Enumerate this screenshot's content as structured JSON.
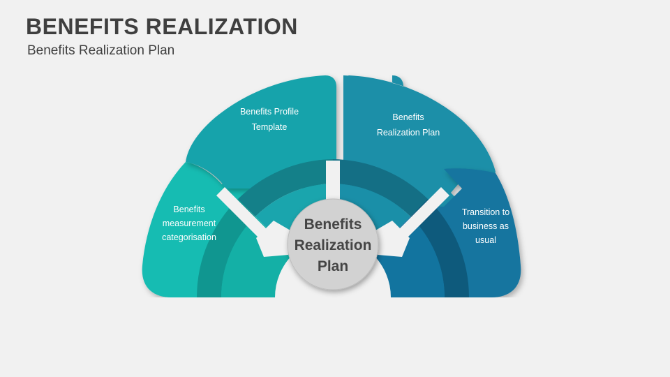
{
  "slide": {
    "background_color": "#f1f1f1",
    "title": "BENEFITS REALIZATION",
    "subtitle": "Benefits Realization Plan"
  },
  "diagram": {
    "type": "semicircular-process-wheel",
    "segment_count": 4,
    "center": {
      "label_lines": [
        "Benefits",
        "Realization",
        "Plan"
      ],
      "fill_color": "#d2d2d2",
      "text_color": "#454545"
    },
    "segments": [
      {
        "id": "benefits-measurement-categorisation",
        "position": "left",
        "label_lines": [
          "Benefits",
          "measurement",
          "categorisation"
        ],
        "petal_color": "#13bcb2",
        "ring_color": "#14b0a6",
        "ring_shade_color": "#109690",
        "text_color": "#ffffff"
      },
      {
        "id": "benefits-profile-template",
        "position": "upper-left",
        "label_lines": [
          "Benefits Profile",
          "Template"
        ],
        "petal_color": "#17a3ab",
        "ring_color": "#1aa5ad",
        "ring_shade_color": "#148089",
        "text_color": "#ffffff"
      },
      {
        "id": "benefits-realization-plan",
        "position": "upper-right",
        "label_lines": [
          "Benefits",
          "Realization Plan"
        ],
        "petal_color": "#1a8fa8",
        "ring_color": "#1a8fa8",
        "ring_shade_color": "#146f85",
        "text_color": "#ffffff"
      },
      {
        "id": "transition-to-business-as-usual",
        "position": "right",
        "label_lines": [
          "Transition to",
          "business as",
          "usual"
        ],
        "petal_color": "#12749f",
        "ring_color": "#12749f",
        "ring_shade_color": "#0e5a7c",
        "text_color": "#ffffff"
      }
    ]
  }
}
